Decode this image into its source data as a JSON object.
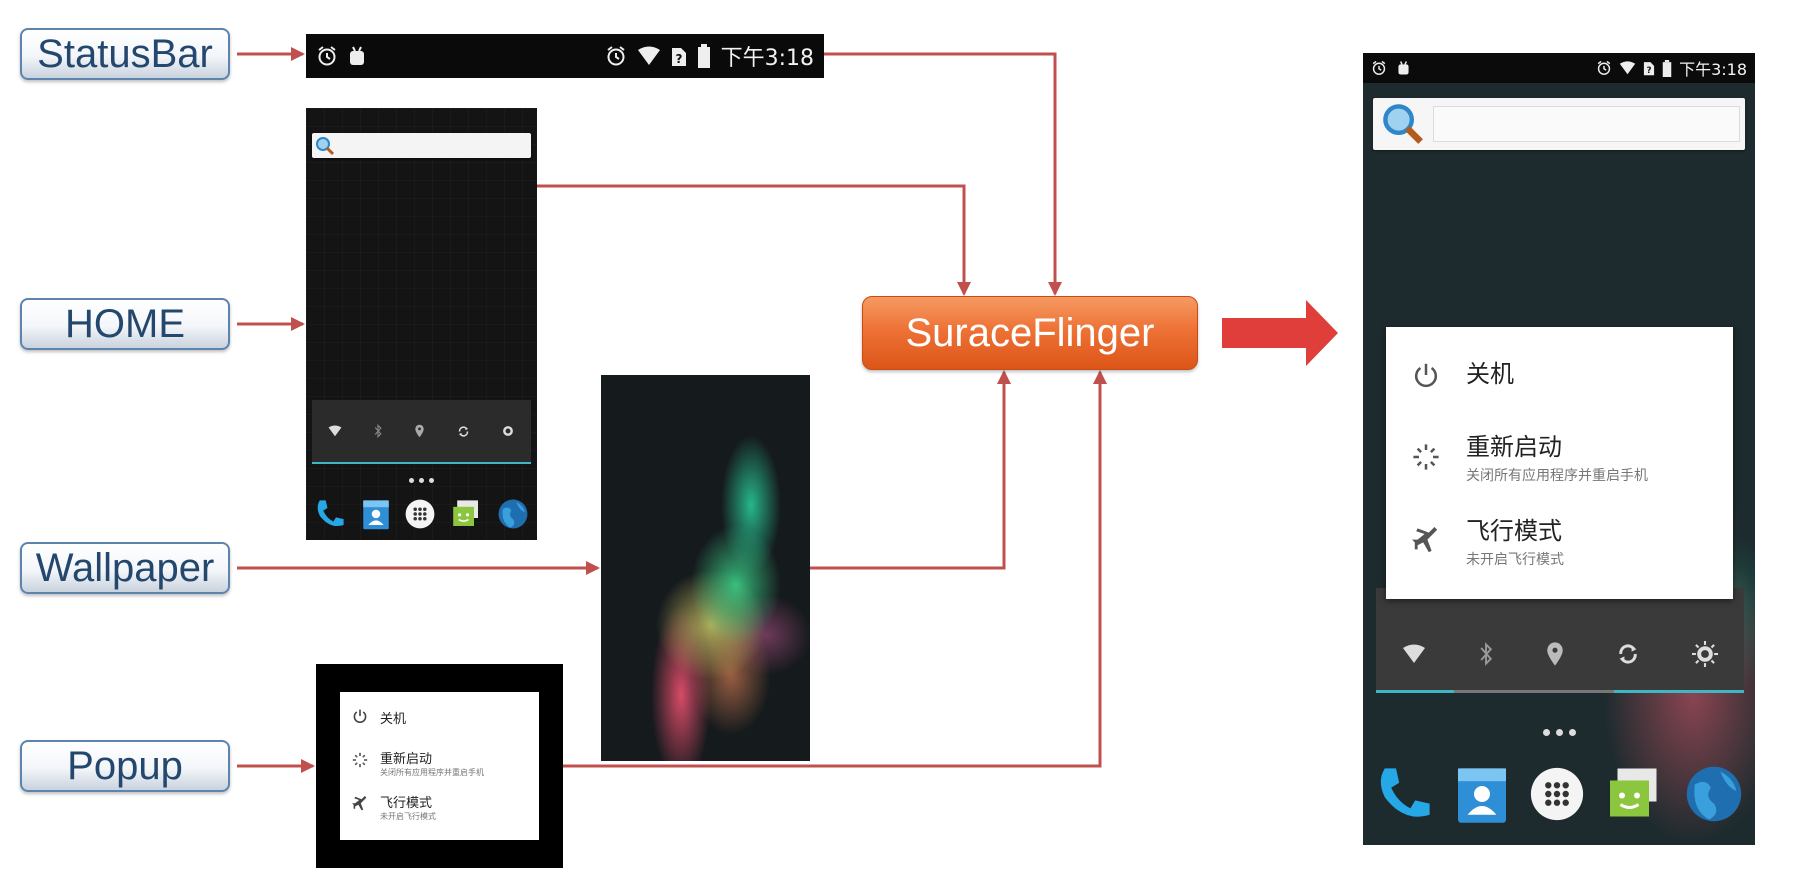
{
  "labels": {
    "statusbar": "StatusBar",
    "home": "HOME",
    "wallpaper": "Wallpaper",
    "popup": "Popup"
  },
  "flinger": {
    "label": "SuraceFlinger"
  },
  "status_bar": {
    "time": "下午3:18",
    "left_icons": [
      "alarm-icon",
      "android-icon"
    ],
    "right_icons": [
      "alarm-icon",
      "wifi-icon",
      "no-sim-icon",
      "battery-icon"
    ]
  },
  "popup": {
    "items": [
      {
        "icon": "power-icon",
        "title": "关机",
        "subtitle": ""
      },
      {
        "icon": "restart-icon",
        "title": "重新启动",
        "subtitle": "关闭所有应用程序并重启手机"
      },
      {
        "icon": "airplane-icon",
        "title": "飞行模式",
        "subtitle": "未开启飞行模式"
      }
    ]
  },
  "quick_settings": [
    "wifi-icon",
    "bluetooth-icon",
    "location-icon",
    "sync-icon",
    "brightness-icon"
  ],
  "dock_apps": [
    "phone-icon",
    "contacts-icon",
    "apps-icon",
    "messaging-icon",
    "browser-icon"
  ],
  "colors": {
    "arrow": "#c0504d",
    "label_border": "#5d84ad",
    "label_text": "#24476e",
    "flinger_fill": "#ee7236",
    "big_arrow": "#e03e3a",
    "quick_settings_accent": "#3fb6c1"
  }
}
